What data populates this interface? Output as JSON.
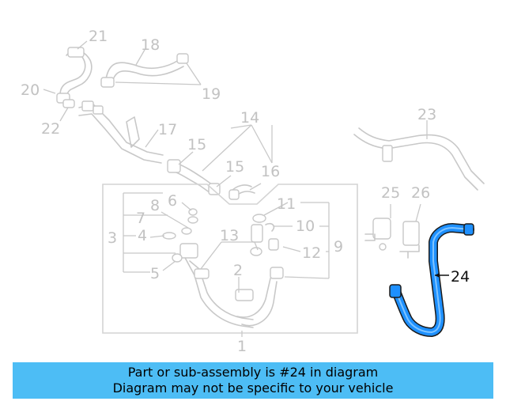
{
  "labels": {
    "l1": "1",
    "l2": "2",
    "l3": "3",
    "l4": "4",
    "l5": "5",
    "l6": "6",
    "l7": "7",
    "l8": "8",
    "l9": "9",
    "l10": "10",
    "l11": "11",
    "l12": "12",
    "l13": "13",
    "l14": "14",
    "l15a": "15",
    "l15b": "15",
    "l16": "16",
    "l17": "17",
    "l18": "18",
    "l19": "19",
    "l20": "20",
    "l21": "21",
    "l22": "22",
    "l23": "23",
    "l24": "24",
    "l25": "25",
    "l26": "26"
  },
  "highlight": {
    "part": "24",
    "color": "#1e90ff"
  },
  "banner": {
    "line1": "Part or sub-assembly is #24 in diagram",
    "line2": "Diagram may not be specific to your vehicle",
    "color": "#4dbdf5"
  }
}
